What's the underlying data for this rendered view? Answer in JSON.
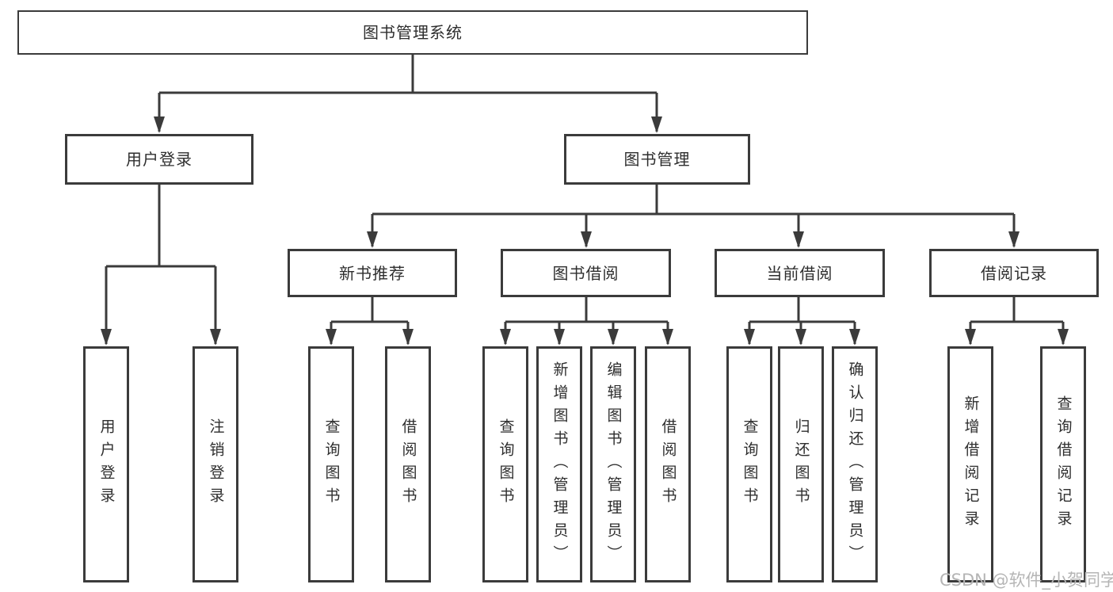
{
  "tree": {
    "root": "图书管理系统",
    "children": [
      {
        "label": "用户登录",
        "children": [
          "用户登录",
          "注销登录"
        ]
      },
      {
        "label": "图书管理",
        "children": [
          {
            "label": "新书推荐",
            "children": [
              "查询图书",
              "借阅图书"
            ]
          },
          {
            "label": "图书借阅",
            "children": [
              "查询图书",
              "新增图书（管理员）",
              "编辑图书（管理员）",
              "借阅图书"
            ]
          },
          {
            "label": "当前借阅",
            "children": [
              "查询图书",
              "归还图书",
              "确认归还（管理员）"
            ]
          },
          {
            "label": "借阅记录",
            "children": [
              "新增借阅记录",
              "查询借阅记录"
            ]
          }
        ]
      }
    ]
  },
  "watermark": "CSDN @软件_小贺同学",
  "colors": {
    "line": "#3b3b3b",
    "text": "#2e2e2e",
    "watermark-color": "#b5b5b5",
    "background": "#ffffff"
  }
}
